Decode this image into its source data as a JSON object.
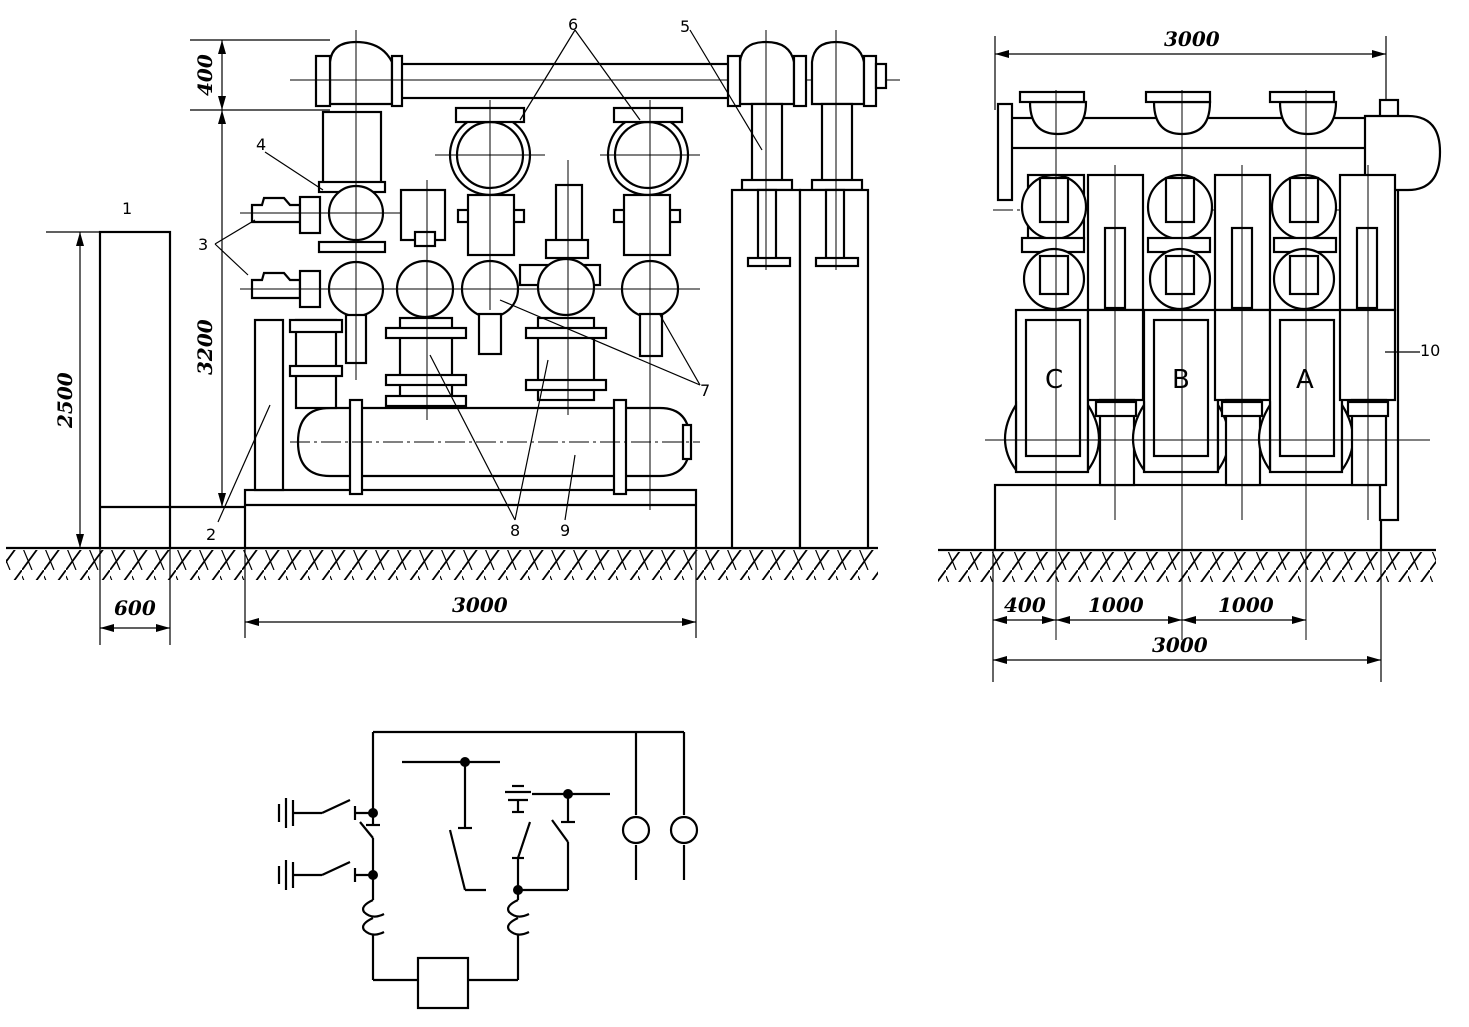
{
  "callouts": {
    "n1": "1",
    "n2": "2",
    "n3": "3",
    "n4": "4",
    "n5": "5",
    "n6": "6",
    "n7": "7",
    "n8": "8",
    "n9": "9",
    "n10": "10"
  },
  "dimensions": {
    "d400_top": "400",
    "d3200": "3200",
    "d2500": "2500",
    "d600": "600",
    "d3000_base": "3000",
    "d3000_top": "3000",
    "d400_side": "400",
    "d1000_a": "1000",
    "d1000_b": "1000",
    "d3000_side": "3000"
  },
  "phases": {
    "c": "C",
    "b": "B",
    "a": "A"
  }
}
